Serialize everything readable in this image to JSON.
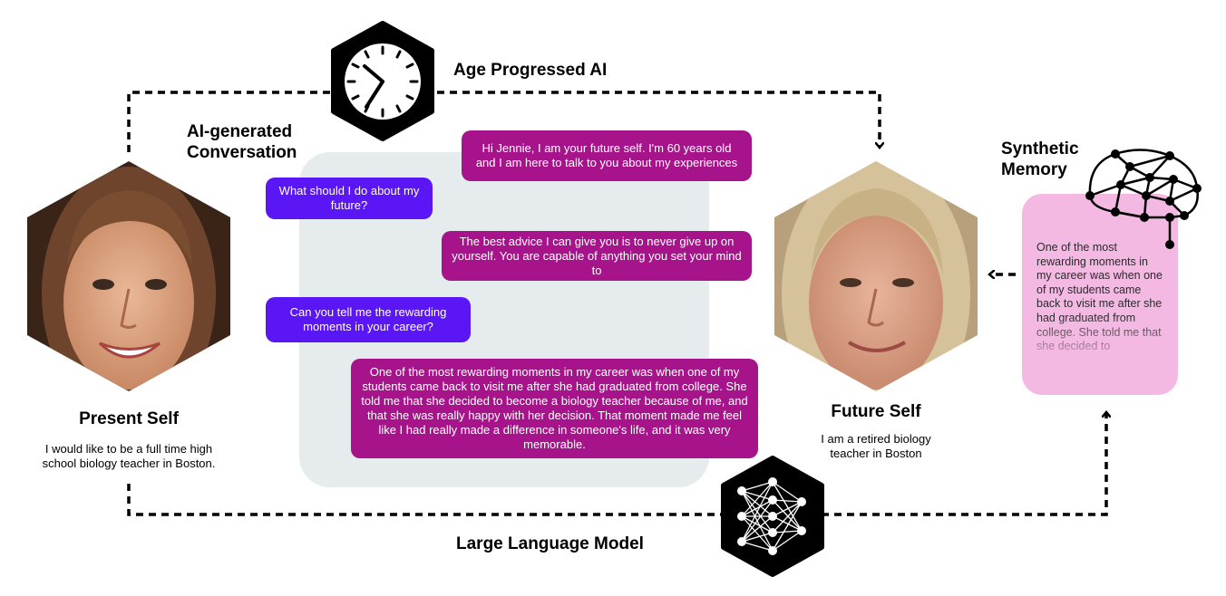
{
  "title_age": "Age Progressed AI",
  "title_conversation": "AI-generated Conversation",
  "title_memory": "Synthetic Memory",
  "title_llm": "Large Language Model",
  "present": {
    "label": "Present Self",
    "caption": "I would like to be a full time high school biology teacher in Boston."
  },
  "future": {
    "label": "Future Self",
    "caption": "I am a retired biology teacher in Boston"
  },
  "memory_text": "One of the most rewarding moments in my career was when one of my students came back to visit me after she had graduated from college. She told me that she decided to",
  "chat": [
    {
      "speaker": "future",
      "text": "Hi Jennie, I am your future self. I'm 60 years old and I am here to talk to you about my experiences"
    },
    {
      "speaker": "present",
      "text": "What should I do about my future?"
    },
    {
      "speaker": "future",
      "text": "The best advice I can give you is to never give up on yourself. You are capable of anything you set your mind to"
    },
    {
      "speaker": "present",
      "text": "Can you tell me the rewarding moments in your career?"
    },
    {
      "speaker": "future",
      "text": "One of the most rewarding moments in my career was when one of my students came back to visit me after she had graduated from college. She told me that she decided to become a biology teacher because of me, and that she was really happy with her decision. That moment made me feel like I had really made a difference in someone's life, and it was very memorable."
    }
  ],
  "colors": {
    "future_bubble": "#a7138a",
    "present_bubble": "#5b16f5",
    "chat_panel": "#e6ebee",
    "memory_card": "#f4b9e3"
  },
  "icons": [
    "clock-icon",
    "neural-network-icon",
    "brain-network-icon"
  ]
}
